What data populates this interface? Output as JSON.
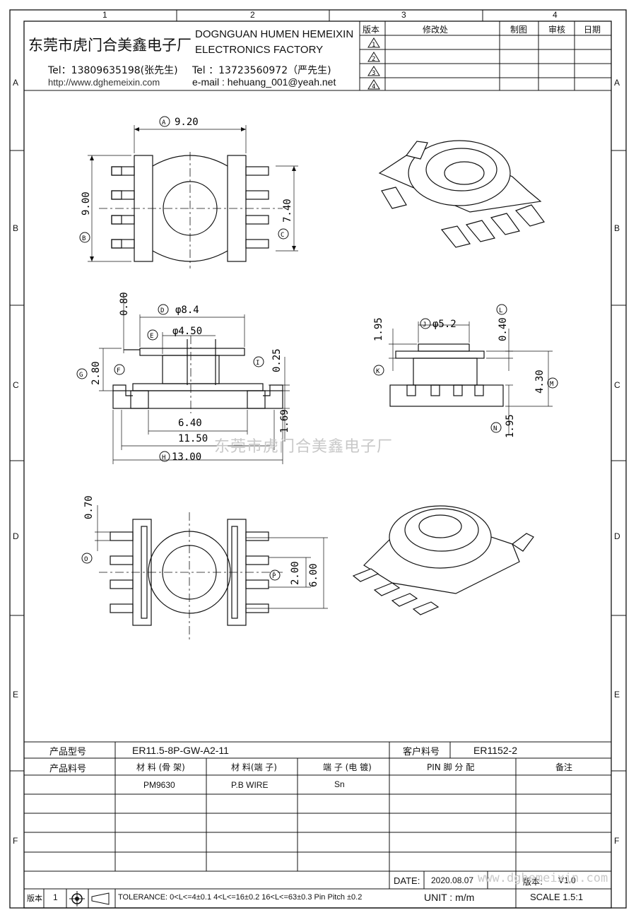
{
  "grid": {
    "cols": [
      "1",
      "2",
      "3",
      "4"
    ],
    "rows": [
      "A",
      "B",
      "C",
      "D",
      "E",
      "F"
    ]
  },
  "company": {
    "name_cn": "东莞市虎门合美鑫电子厂",
    "name_en_1": "DOGNGUAN HUMEN HEMEIXIN",
    "name_en_2": "ELECTRONICS FACTORY",
    "tel1": "Tel：13809635198(张先生)",
    "tel2": "Tel ：13723560972（严先生)",
    "web": "http://www.dghemeixin.com",
    "email": "e-mail : hehuang_001@yeah.net"
  },
  "revision_table": {
    "headers": [
      "版本",
      "修改处",
      "制图",
      "审核",
      "日期"
    ],
    "rev_marks": [
      "1",
      "2",
      "3",
      "4"
    ]
  },
  "dims": {
    "A": "A",
    "A_val": "9.20",
    "B": "B",
    "B_val": "9.00",
    "C": "C",
    "C_val": "7.40",
    "D": "D",
    "D_val": "φ8.4",
    "E": "E",
    "E_val": "φ4.50",
    "F": "F",
    "F_val": "2.80",
    "G": "G",
    "H": "H",
    "H_val": "13.00",
    "I": "I",
    "I_val": "0.25",
    "J": "J",
    "J_val": "φ5.2",
    "K": "K",
    "K_val": "1.95",
    "L": "L",
    "L_val": "0.40",
    "M": "M",
    "M_val": "4.30",
    "N": "N",
    "N_val": "1.95",
    "O": "O",
    "O_val": "0.70",
    "P": "P",
    "P_val": "2.00",
    "v080": "0.80",
    "v640": "6.40",
    "v1150": "11.50",
    "v169": "1.69",
    "v600": "6.00"
  },
  "watermark": "东莞市虎门合美鑫电子厂",
  "title_block": {
    "product_model_label": "产品型号",
    "product_model": "ER11.5-8P-GW-A2-11",
    "customer_pn_label": "客户料号",
    "customer_pn": "ER1152-2",
    "product_pn_label": "产品料号",
    "mat_bobbin_label": "材 料 (骨 架)",
    "mat_pin_label": "材 料(端 子)",
    "pin_plating_label": "端 子 (电 镀)",
    "pin_assign_label": "PIN 脚 分 配",
    "remark_label": "备注",
    "mat_bobbin": "PM9630",
    "mat_pin": "P.B WIRE",
    "pin_plating": "Sn",
    "date_label": "DATE:",
    "date": "2020.08.07",
    "version_label": "版本:",
    "version": "V1.0",
    "rev_label": "版本",
    "rev": "1",
    "tolerance": "TOLERANCE:  0<L<=4±0.1  4<L<=16±0.2  16<L<=63±0.3  Pin Pitch  ±0.2",
    "unit": "UNIT : m/m",
    "scale": "SCALE  1.5:1",
    "overlay_url": "www.dghemeixin.com"
  }
}
